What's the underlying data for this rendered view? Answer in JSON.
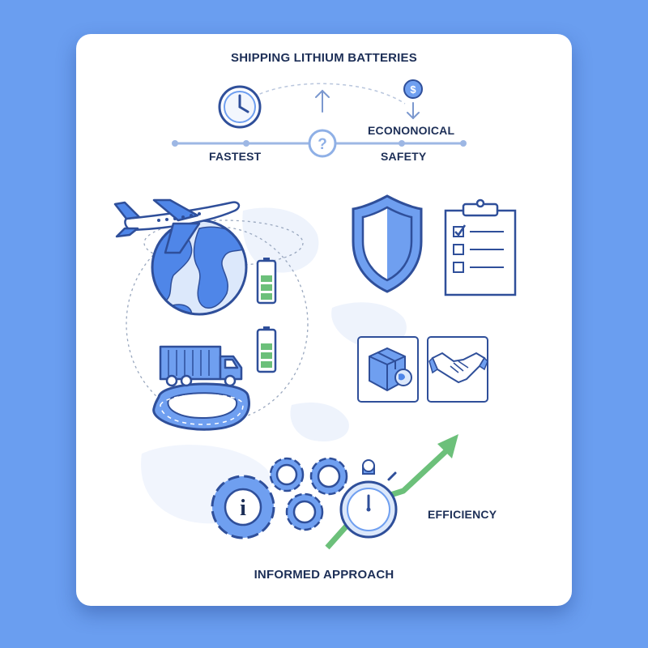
{
  "title": "SHIPPING LITHIUM BATTERIES",
  "scale": {
    "left_label": "FASTEST",
    "right_top_label": "ECONONOICAL",
    "right_bottom_label": "SAFETY",
    "center_symbol": "?",
    "currency_symbol": "$"
  },
  "footer": {
    "efficiency_label": "EFFICIENCY",
    "approach_label": "INFORMED APPROACH"
  },
  "info_symbol": "i",
  "colors": {
    "background": "#6a9ef0",
    "card": "#ffffff",
    "outline": "#2f4f9a",
    "fill_blue": "#6f9ff0",
    "fill_light": "#dce8fb",
    "accent_green": "#6cc07a",
    "text": "#1d2f57"
  },
  "icons": [
    "clock-icon",
    "arrow-up-icon",
    "dollar-coin-icon",
    "arrow-down-icon",
    "question-icon",
    "airplane-icon",
    "globe-icon",
    "battery-icon",
    "truck-icon",
    "road-loop-icon",
    "shield-icon",
    "clipboard-checklist-icon",
    "package-globe-icon",
    "handshake-icon",
    "gear-info-icon",
    "gear-icon",
    "stopwatch-icon",
    "growth-arrow-icon"
  ]
}
